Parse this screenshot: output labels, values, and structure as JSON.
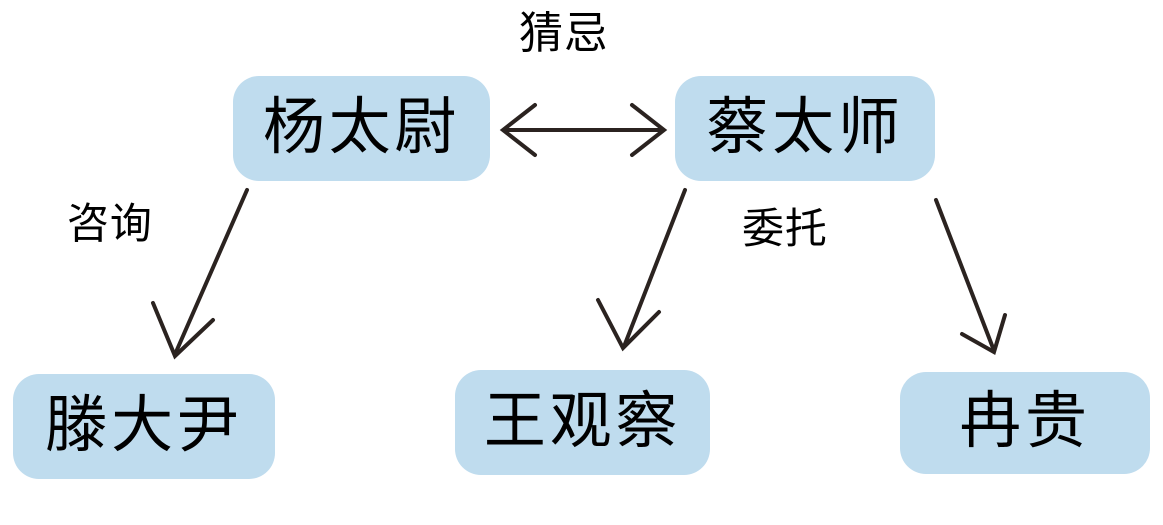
{
  "diagram": {
    "title": "",
    "background_color": "#ffffff",
    "node_fill_color": "#bfdcee",
    "node_text_color": "#000000",
    "edge_color": "#2b2320",
    "nodes": [
      {
        "id": "yang",
        "label": "杨太尉",
        "row": "top",
        "column": "left"
      },
      {
        "id": "cai",
        "label": "蔡太师",
        "row": "top",
        "column": "right"
      },
      {
        "id": "teng",
        "label": "滕大尹",
        "row": "bottom",
        "column": "left"
      },
      {
        "id": "wang",
        "label": "王观察",
        "row": "bottom",
        "column": "center"
      },
      {
        "id": "ran",
        "label": "冉贵",
        "row": "bottom",
        "column": "right"
      }
    ],
    "edges": [
      {
        "id": "edge-suspicion",
        "from": "yang",
        "to": "cai",
        "label": "猜忌",
        "arrow": "bidirectional",
        "arrowhead": "open-v"
      },
      {
        "id": "edge-consult",
        "from": "yang",
        "to": "teng",
        "label": "咨询",
        "arrow": "directed",
        "arrowhead": "open-v"
      },
      {
        "id": "edge-cai-wang",
        "from": "cai",
        "to": "wang",
        "label": "",
        "arrow": "directed",
        "arrowhead": "open-v"
      },
      {
        "id": "edge-entrust",
        "from": "cai",
        "to": "ran",
        "label": "委托",
        "arrow": "directed",
        "arrowhead": "open-v"
      }
    ]
  }
}
